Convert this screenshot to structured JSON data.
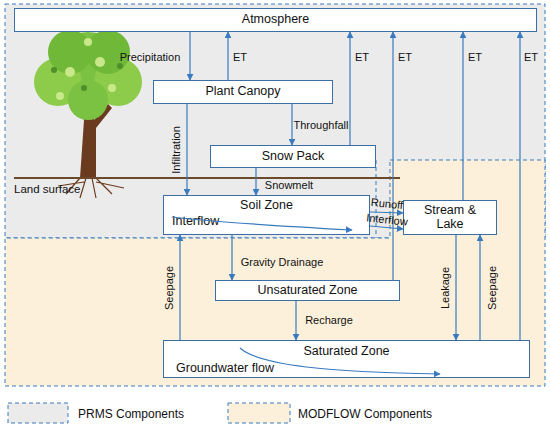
{
  "diagram": {
    "nodes": [
      {
        "text": [
          "Atmosphere"
        ]
      },
      {
        "text": [
          "Plant Canopy"
        ]
      },
      {
        "text": [
          "Snow Pack"
        ]
      },
      {
        "text": [
          "Soil Zone",
          "Interflow"
        ]
      },
      {
        "text": [
          "Stream & Lake"
        ]
      },
      {
        "text": [
          "Unsaturated Zone"
        ]
      },
      {
        "text": [
          "Saturated Zone",
          "Groundwater flow"
        ]
      }
    ],
    "edges": [
      {
        "from": 0,
        "to": 1,
        "label": "Precipitation",
        "arrow": "to"
      },
      {
        "from": 1,
        "to": 0,
        "label": "ET",
        "arrow": "to"
      },
      {
        "from": 1,
        "to": 3,
        "label": "Infiltration",
        "arrow": "to"
      },
      {
        "from": 1,
        "to": 2,
        "label": "Throughfall",
        "arrow": "to"
      },
      {
        "from": 2,
        "to": 0,
        "label": "ET",
        "arrow": "to"
      },
      {
        "from": 2,
        "to": 3,
        "label": "Snowmelt",
        "arrow": "to"
      },
      {
        "from": 3,
        "to": 4,
        "label": "Runoff",
        "arrow": "to"
      },
      {
        "from": 3,
        "to": 4,
        "label": "Interflow",
        "arrow": "to"
      },
      {
        "from": 3,
        "to": 5,
        "label": "Gravity Drainage",
        "arrow": "to"
      },
      {
        "from": 5,
        "to": 6,
        "label": "Recharge",
        "arrow": "to"
      },
      {
        "from": 6,
        "to": 3,
        "label": "Seepage",
        "arrow": "to"
      },
      {
        "from": 5,
        "to": 0,
        "label": "ET",
        "arrow": "to"
      },
      {
        "from": 4,
        "to": 0,
        "label": "ET",
        "arrow": "to"
      },
      {
        "from": 4,
        "to": 6,
        "label": "Leakage",
        "arrow": "to"
      },
      {
        "from": 6,
        "to": 4,
        "label": "Seepage",
        "arrow": "to"
      },
      {
        "from": 6,
        "to": 0,
        "label": "ET",
        "arrow": "to"
      }
    ],
    "labels": [
      "Land surface"
    ],
    "legend": [
      {
        "text": "PRMS Components",
        "color": "#ebebeb"
      },
      {
        "text": "MODFLOW Components",
        "color": "#fcf0db"
      }
    ]
  }
}
